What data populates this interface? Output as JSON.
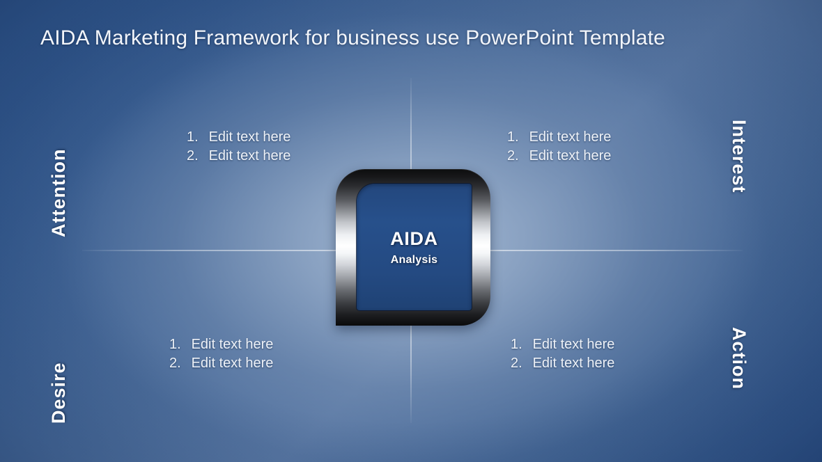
{
  "slide": {
    "title": "AIDA Marketing Framework for business use PowerPoint Template",
    "colors": {
      "background_dark": "#2c5288",
      "background_light": "#a8bcd6",
      "accent_blue": "#27508b",
      "frame_dark": "#0d0d0e",
      "frame_highlight": "#ffffff",
      "text_light": "#eef2f8"
    }
  },
  "center": {
    "title": "AIDA",
    "subtitle": "Analysis"
  },
  "stages": [
    {
      "key": "attention",
      "label": "Attention",
      "position": "top-left",
      "rotation": "-90"
    },
    {
      "key": "interest",
      "label": "Interest",
      "position": "top-right",
      "rotation": "90"
    },
    {
      "key": "desire",
      "label": "Desire",
      "position": "bottom-left",
      "rotation": "-90"
    },
    {
      "key": "action",
      "label": "Action",
      "position": "bottom-right",
      "rotation": "90"
    }
  ],
  "quadrants": [
    {
      "key": "top-left",
      "stage": "Attention",
      "items": [
        {
          "num": "1.",
          "text": "Edit text here"
        },
        {
          "num": "2.",
          "text": "Edit text here"
        }
      ]
    },
    {
      "key": "top-right",
      "stage": "Interest",
      "items": [
        {
          "num": "1.",
          "text": "Edit text here"
        },
        {
          "num": "2.",
          "text": "Edit text here"
        }
      ]
    },
    {
      "key": "bottom-left",
      "stage": "Desire",
      "items": [
        {
          "num": "1.",
          "text": "Edit text here"
        },
        {
          "num": "2.",
          "text": "Edit text here"
        }
      ]
    },
    {
      "key": "bottom-right",
      "stage": "Action",
      "items": [
        {
          "num": "1.",
          "text": "Edit text here"
        },
        {
          "num": "2.",
          "text": "Edit text here"
        }
      ]
    }
  ]
}
